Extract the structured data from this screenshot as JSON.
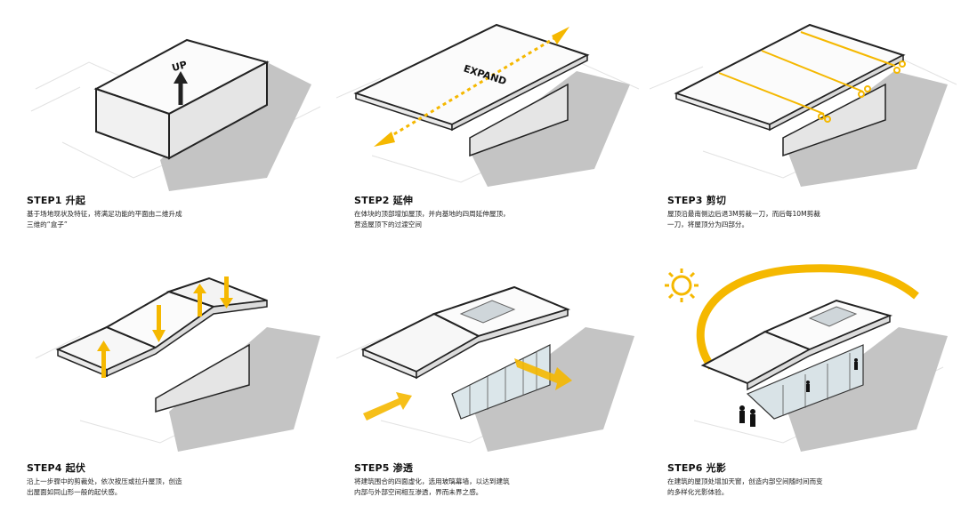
{
  "accent": "#f5b800",
  "labels": {
    "up": "UP",
    "expand": "EXPAND"
  },
  "steps": [
    {
      "title": "STEP1 升起",
      "desc": "基于场地现状及特征，将满足功能的平面由二维升成\n三维的“盒子”"
    },
    {
      "title": "STEP2 延伸",
      "desc": "在体块的顶部增加屋顶，并向基地的四周延伸屋顶，\n营造屋顶下的过渡空间"
    },
    {
      "title": "STEP3 剪切",
      "desc": "屋顶沿最南侧边后退3M剪裁一刀，而后每10M剪裁\n一刀，将屋顶分为四部分。"
    },
    {
      "title": "STEP4 起伏",
      "desc": "沿上一步骤中的剪裁处，依次按压或拉升屋顶，创造\n出屋面如同山形一般的起伏感。"
    },
    {
      "title": "STEP5 渗透",
      "desc": "将建筑围合的四面虚化，选用玻璃幕墙，以达到建筑\n内部与外部空间相互渗透，界而未界之感。"
    },
    {
      "title": "STEP6 光影",
      "desc": "在建筑的屋顶处增加天窗，创造内部空间随时间而变\n的多样化光影体验。"
    }
  ]
}
